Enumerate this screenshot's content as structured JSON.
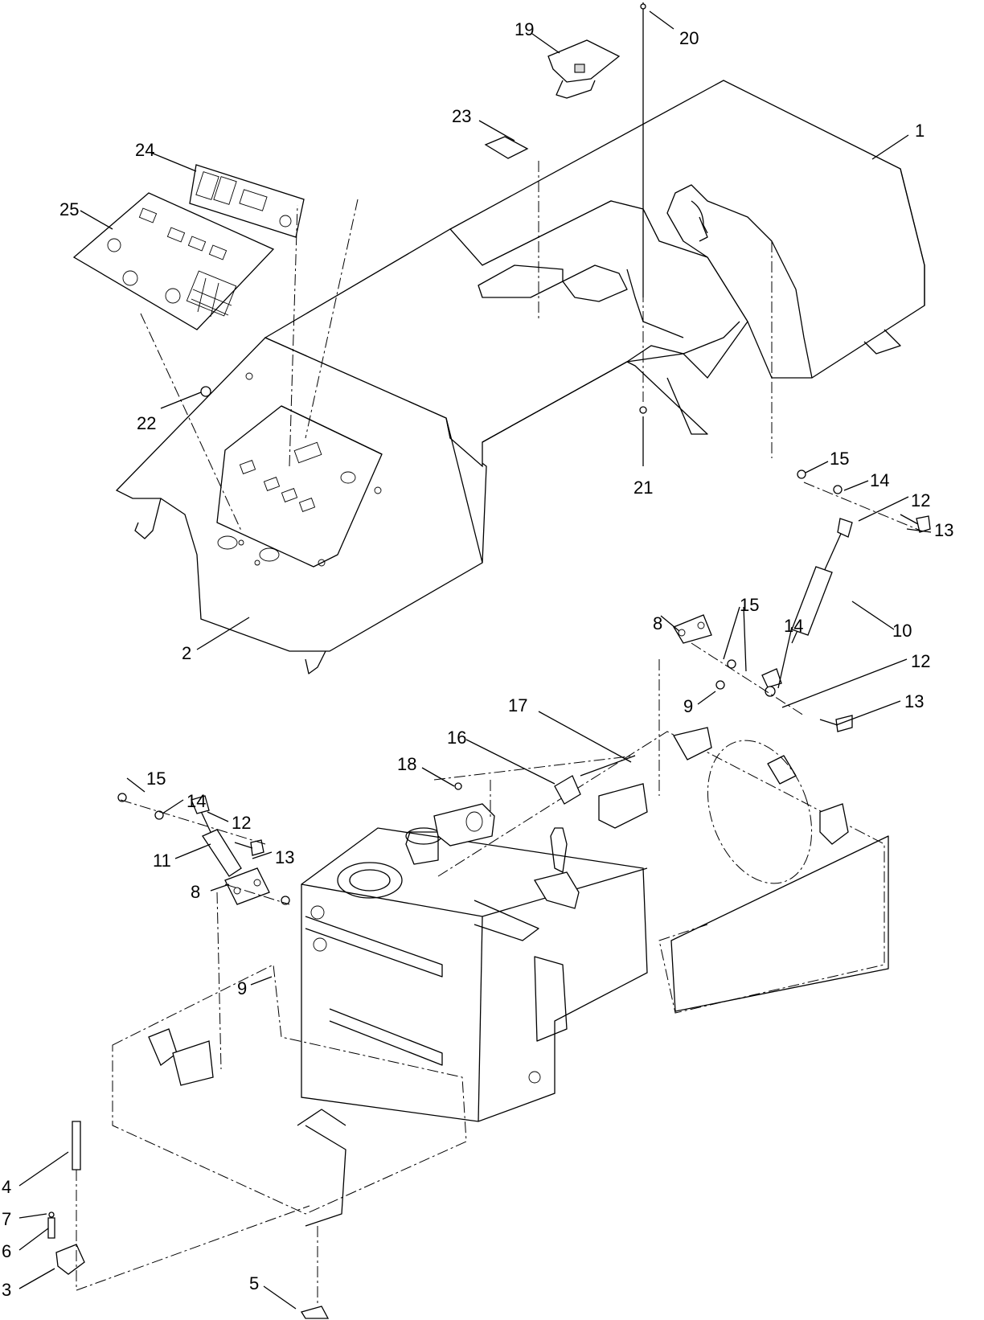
{
  "callouts": {
    "c1": "1",
    "c2": "2",
    "c3": "3",
    "c4": "4",
    "c5": "5",
    "c6": "6",
    "c7": "7",
    "c8a": "8",
    "c8b": "8",
    "c9a": "9",
    "c9b": "9",
    "c10": "10",
    "c11": "11",
    "c12a": "12",
    "c12b": "12",
    "c12c": "12",
    "c13a": "13",
    "c13b": "13",
    "c13c": "13",
    "c14a": "14",
    "c14b": "14",
    "c14c": "14",
    "c15a": "15",
    "c15b": "15",
    "c15c": "15",
    "c16": "16",
    "c17": "17",
    "c18": "18",
    "c19": "19",
    "c20": "20",
    "c21": "21",
    "c22": "22",
    "c23": "23",
    "c24": "24",
    "c25": "25"
  }
}
